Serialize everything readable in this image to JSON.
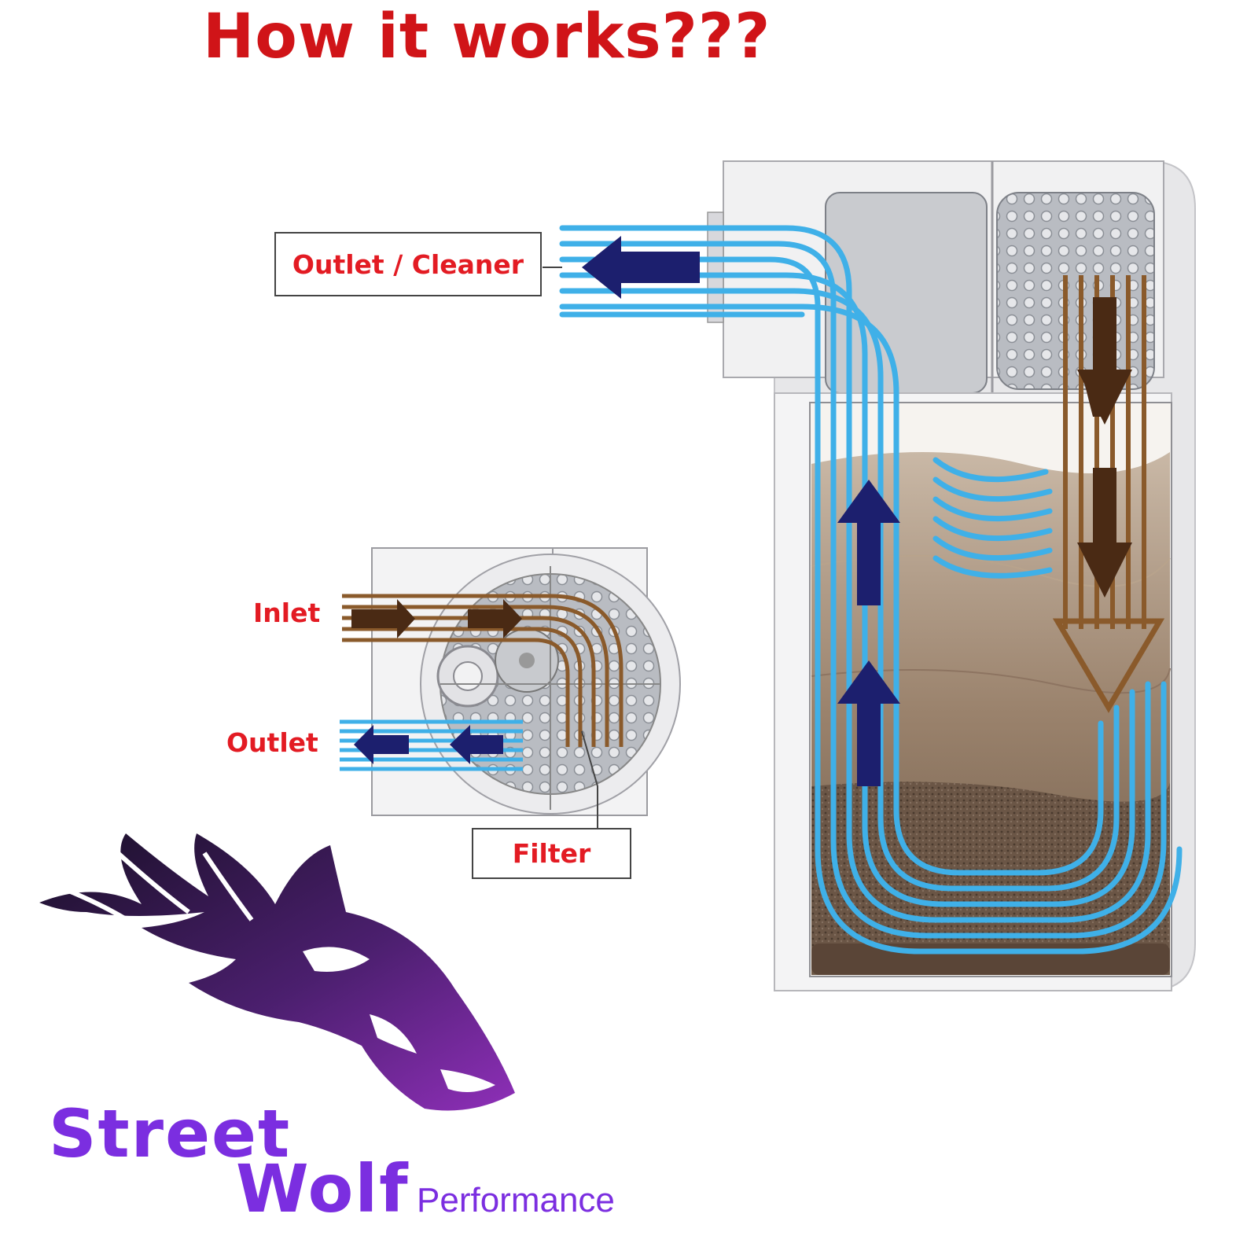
{
  "title": "How it works???",
  "labels": {
    "outlet_cleaner": "Outlet / Cleaner",
    "inlet": "Inlet",
    "outlet": "Outlet",
    "filter": "Filter"
  },
  "brand": {
    "street": "Street",
    "wolf": "Wolf",
    "performance": "Performance"
  },
  "colors": {
    "title": "#d01418",
    "label": "#e31b23",
    "clean_flow": "#3fb0e8",
    "dirty_flow": "#8a5a2b",
    "arrow_dark": "#1c1f6e",
    "brand": "#7b2ee0"
  }
}
